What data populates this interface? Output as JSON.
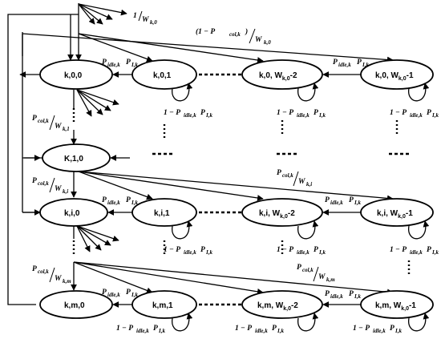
{
  "nodes": {
    "r0c0": "k,0,0",
    "r0c1": "k,0,1",
    "r0c2": "k,0, W",
    "r0c2_sub": "k,0",
    "r0c2_tail": "-2",
    "r0c3": "k,0, W",
    "r0c3_sub": "k,0",
    "r0c3_tail": "-1",
    "r1c0": "K,1,0",
    "rac0": "k,i,0",
    "rac1": "k,i,1",
    "rac2": "k,i, W",
    "rac2_sub": "k,0",
    "rac2_tail": "-2",
    "rac3": "k,i, W",
    "rac3_sub": "k,0",
    "rac3_tail": "-1",
    "rbc0": "k,m,0",
    "rbc1": "k,m,1",
    "rbc2": "k,m, W",
    "rbc2_sub": "k,0",
    "rbc2_tail": "-2",
    "rbc3": "k,m, W",
    "rbc3_sub": "k,0",
    "rbc3_tail": "-1"
  },
  "labels": {
    "one": "1",
    "w": "W",
    "w_k0": "k,0",
    "w_k1": "k,1",
    "w_ki": "k,i",
    "w_km": "k,m",
    "p_col": "P",
    "col_k": "col,k",
    "open_paren": "(1 − P",
    "close_paren": ")",
    "p_idle": "P",
    "idle_k": "idle,k",
    "p_i": "P",
    "i_k": "I,k",
    "one_minus": "1 − P"
  }
}
